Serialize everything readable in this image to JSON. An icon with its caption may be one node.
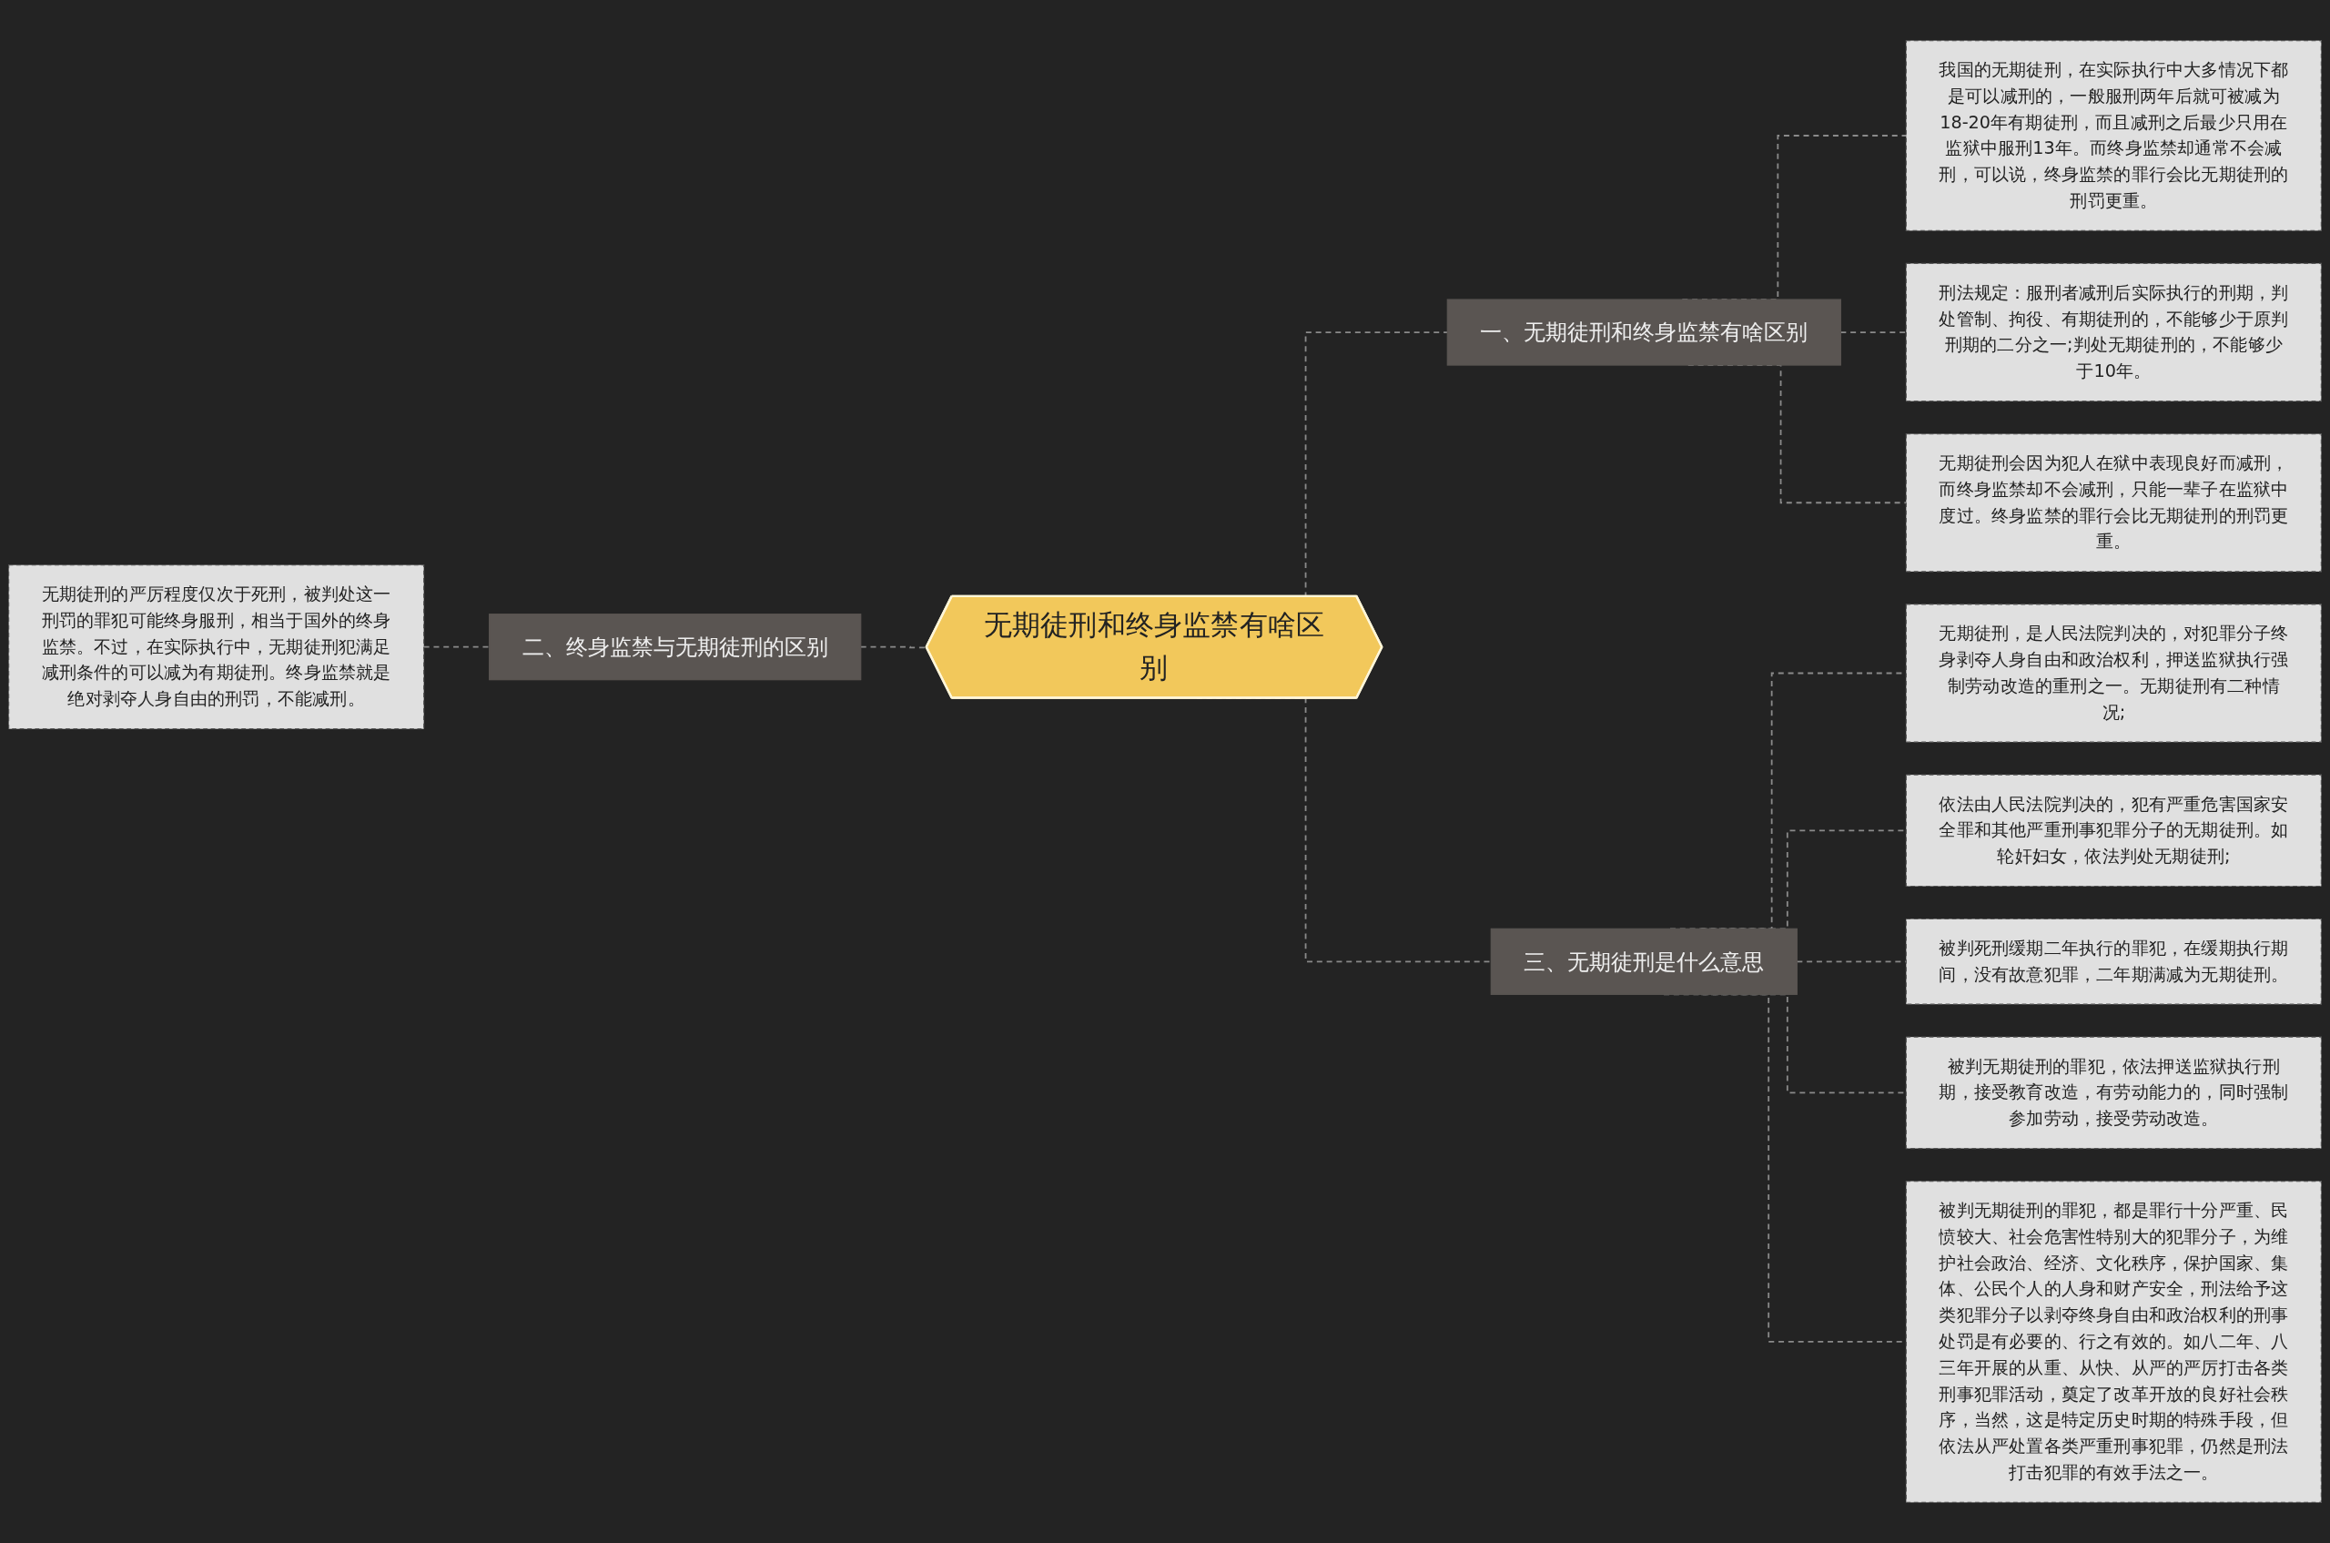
{
  "diagram": {
    "nodes": [
      {
        "text": [
          "无期徒刑和终身监禁有啥区别"
        ]
      },
      {
        "text": [
          "一、无期徒刑和终身监禁有啥区别"
        ]
      },
      {
        "text": [
          "我国的无期徒刑，在实际执行中大多情况下都是可以减刑的，一般服刑两年后就可被减为18-20年有期徒刑，而且减刑之后最少只用在监狱中服刑13年。而终身监禁却通常不会减刑，可以说，终身监禁的罪行会比无期徒刑的刑罚更重。"
        ]
      },
      {
        "text": [
          "刑法规定：服刑者减刑后实际执行的刑期，判处管制、拘役、有期徒刑的，不能够少于原判刑期的二分之一;判处无期徒刑的，不能够少于10年。"
        ]
      },
      {
        "text": [
          "无期徒刑会因为犯人在狱中表现良好而减刑，而终身监禁却不会减刑，只能一辈子在监狱中度过。终身监禁的罪行会比无期徒刑的刑罚更重。"
        ]
      },
      {
        "text": [
          "二、终身监禁与无期徒刑的区别"
        ]
      },
      {
        "text": [
          "无期徒刑的严厉程度仅次于死刑，被判处这一刑罚的罪犯可能终身服刑，相当于国外的终身监禁。不过，在实际执行中，无期徒刑犯满足减刑条件的可以减为有期徒刑。终身监禁就是绝对剥夺人身自由的刑罚，不能减刑。"
        ]
      },
      {
        "text": [
          "三、无期徒刑是什么意思"
        ]
      },
      {
        "text": [
          "无期徒刑，是人民法院判决的，对犯罪分子终身剥夺人身自由和政治权利，押送监狱执行强制劳动改造的重刑之一。无期徒刑有二种情况;"
        ]
      },
      {
        "text": [
          "依法由人民法院判决的，犯有严重危害国家安全罪和其他严重刑事犯罪分子的无期徒刑。如轮奸妇女，依法判处无期徒刑;"
        ]
      },
      {
        "text": [
          "被判死刑缓期二年执行的罪犯，在缓期执行期间，没有故意犯罪，二年期满减为无期徒刑。"
        ]
      },
      {
        "text": [
          "被判无期徒刑的罪犯，依法押送监狱执行刑期，接受教育改造，有劳动能力的，同时强制参加劳动，接受劳动改造。"
        ]
      },
      {
        "text": [
          "被判无期徒刑的罪犯，都是罪行十分严重、民愤较大、社会危害性特别大的犯罪分子，为维护社会政治、经济、文化秩序，保护国家、集体、公民个人的人身和财产安全，刑法给予这类犯罪分子以剥夺终身自由和政治权利的刑事处罚是有必要的、行之有效的。如八二年、八三年开展的从重、从快、从严的严厉打击各类刑事犯罪活动，奠定了改革开放的良好社会秩序，当然，这是特定历史时期的特殊手段，但依法从严处置各类严重刑事犯罪，仍然是刑法打击犯罪的有效手法之一。"
        ]
      }
    ],
    "edges": [
      {
        "from": 0,
        "to": 1,
        "arrow": "none"
      },
      {
        "from": 1,
        "to": 2,
        "arrow": "none"
      },
      {
        "from": 1,
        "to": 3,
        "arrow": "none"
      },
      {
        "from": 1,
        "to": 4,
        "arrow": "none"
      },
      {
        "from": 6,
        "to": 5,
        "arrow": "none"
      },
      {
        "from": 5,
        "to": 0,
        "arrow": "none"
      },
      {
        "from": 0,
        "to": 7,
        "arrow": "none"
      },
      {
        "from": 7,
        "to": 8,
        "arrow": "none"
      },
      {
        "from": 7,
        "to": 9,
        "arrow": "none"
      },
      {
        "from": 7,
        "to": 10,
        "arrow": "none"
      },
      {
        "from": 7,
        "to": 11,
        "arrow": "none"
      },
      {
        "from": 7,
        "to": 12,
        "arrow": "none"
      }
    ]
  }
}
